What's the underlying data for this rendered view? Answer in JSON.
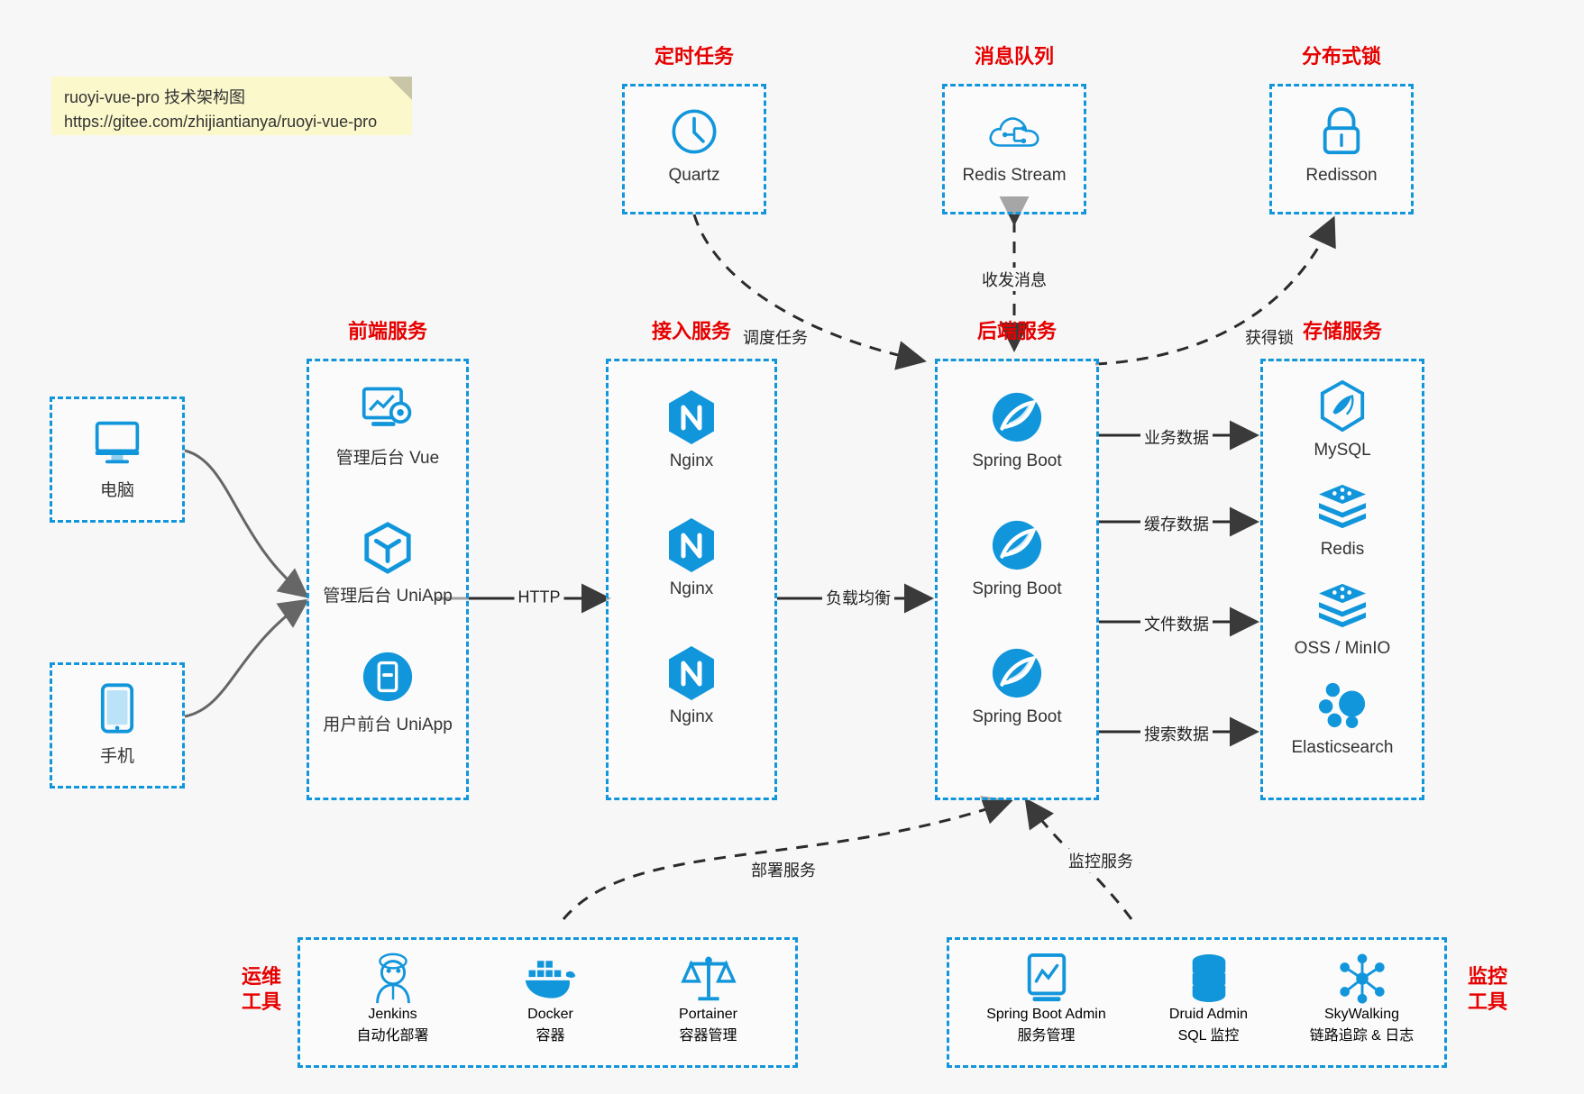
{
  "note": {
    "line1": "ruoyi-vue-pro 技术架构图",
    "line2": "https://gitee.com/zhijiantianya/ruoyi-vue-pro"
  },
  "colors": {
    "accent": "#1296db",
    "title": "#e60000",
    "background": "#f7f7f7",
    "note": "#fbf8cc"
  },
  "groups": {
    "scheduler": {
      "title": "定时任务",
      "nodes": [
        {
          "label": "Quartz",
          "icon": "clock-icon"
        }
      ]
    },
    "mq": {
      "title": "消息队列",
      "nodes": [
        {
          "label": "Redis Stream",
          "icon": "cloud-network-icon"
        }
      ]
    },
    "lock": {
      "title": "分布式锁",
      "nodes": [
        {
          "label": "Redisson",
          "icon": "padlock-icon"
        }
      ]
    },
    "clients": {
      "nodes": [
        {
          "label": "电脑",
          "icon": "desktop-monitor-icon"
        },
        {
          "label": "手机",
          "icon": "mobile-phone-icon"
        }
      ]
    },
    "frontend": {
      "title": "前端服务",
      "nodes": [
        {
          "label": "管理后台 Vue",
          "icon": "dashboard-gear-icon"
        },
        {
          "label": "管理后台 UniApp",
          "icon": "cube-icon"
        },
        {
          "label": "用户前台 UniApp",
          "icon": "app-window-icon"
        }
      ]
    },
    "gateway": {
      "title": "接入服务",
      "nodes": [
        {
          "label": "Nginx",
          "icon": "nginx-icon"
        },
        {
          "label": "Nginx",
          "icon": "nginx-icon"
        },
        {
          "label": "Nginx",
          "icon": "nginx-icon"
        }
      ]
    },
    "backend": {
      "title": "后端服务",
      "nodes": [
        {
          "label": "Spring Boot",
          "icon": "spring-boot-icon"
        },
        {
          "label": "Spring Boot",
          "icon": "spring-boot-icon"
        },
        {
          "label": "Spring Boot",
          "icon": "spring-boot-icon"
        }
      ]
    },
    "storage": {
      "title": "存储服务",
      "nodes": [
        {
          "label": "MySQL",
          "icon": "mysql-icon"
        },
        {
          "label": "Redis",
          "icon": "redis-icon"
        },
        {
          "label": "OSS / MinIO",
          "icon": "object-storage-icon"
        },
        {
          "label": "Elasticsearch",
          "icon": "elasticsearch-icon"
        }
      ]
    },
    "devops": {
      "title": "运维\n工具",
      "title_line1": "运维",
      "title_line2": "工具",
      "nodes": [
        {
          "label": "Jenkins",
          "sub": "自动化部署",
          "icon": "jenkins-icon"
        },
        {
          "label": "Docker",
          "sub": "容器",
          "icon": "docker-icon"
        },
        {
          "label": "Portainer",
          "sub": "容器管理",
          "icon": "scales-icon"
        }
      ]
    },
    "monitor": {
      "title_line1": "监控",
      "title_line2": "工具",
      "nodes": [
        {
          "label": "Spring Boot Admin",
          "sub": "服务管理",
          "icon": "chart-monitor-icon"
        },
        {
          "label": "Druid Admin",
          "sub": "SQL 监控",
          "icon": "database-stack-icon"
        },
        {
          "label": "SkyWalking",
          "sub": "链路追踪 & 日志",
          "icon": "skywalking-icon"
        }
      ]
    }
  },
  "edges": [
    {
      "name": "scheduler-to-backend",
      "label": "调度任务"
    },
    {
      "name": "mq-to-backend",
      "label": "收发消息"
    },
    {
      "name": "backend-to-lock",
      "label": "获得锁"
    },
    {
      "name": "frontend-to-gateway",
      "label": "HTTP"
    },
    {
      "name": "gateway-to-backend",
      "label": "负载均衡"
    },
    {
      "name": "backend-to-mysql",
      "label": "业务数据"
    },
    {
      "name": "backend-to-redis",
      "label": "缓存数据"
    },
    {
      "name": "backend-to-oss",
      "label": "文件数据"
    },
    {
      "name": "backend-to-es",
      "label": "搜索数据"
    },
    {
      "name": "devops-to-backend",
      "label": "部署服务"
    },
    {
      "name": "monitor-to-backend",
      "label": "监控服务"
    }
  ]
}
